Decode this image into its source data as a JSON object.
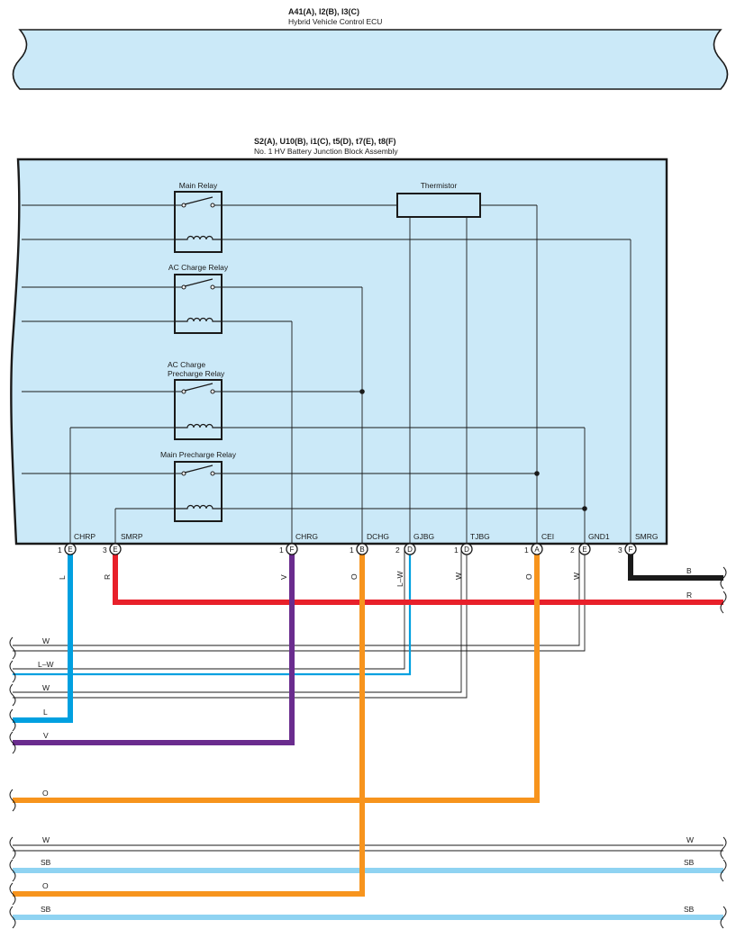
{
  "ecu": {
    "code": "A41(A), I2(B), I3(C)",
    "name": "Hybrid Vehicle Control ECU"
  },
  "junction_block": {
    "code": "S2(A), U10(B), i1(C), t5(D), t7(E), t8(F)",
    "name": "No.  1 HV Battery Junction Block Assembly"
  },
  "relays": {
    "main": "Main Relay",
    "ac_charge": "AC Charge Relay",
    "ac_precharge_line1": "AC Charge",
    "ac_precharge_line2": "Precharge Relay",
    "main_precharge": "Main Precharge Relay",
    "thermistor": "Thermistor"
  },
  "pins": [
    {
      "name": "CHRP",
      "num": "1",
      "conn": "E",
      "wire": "L"
    },
    {
      "name": "SMRP",
      "num": "3",
      "conn": "E",
      "wire": "R"
    },
    {
      "name": "CHRG",
      "num": "1",
      "conn": "F",
      "wire": "V"
    },
    {
      "name": "DCHG",
      "num": "1",
      "conn": "B",
      "wire": "O"
    },
    {
      "name": "GJBG",
      "num": "2",
      "conn": "D",
      "wire": "L–W"
    },
    {
      "name": "TJBG",
      "num": "1",
      "conn": "D",
      "wire": "W"
    },
    {
      "name": "CEI",
      "num": "1",
      "conn": "A",
      "wire": "O"
    },
    {
      "name": "GND1",
      "num": "2",
      "conn": "E",
      "wire": "W"
    },
    {
      "name": "SMRG",
      "num": "3",
      "conn": "F",
      "wire": ""
    }
  ],
  "wires": {
    "smrg_b": "B",
    "smrp_r": "R",
    "gnd_w": "W",
    "gjbg_lw": "L–W",
    "tjbg_w": "W",
    "chrp_l": "L",
    "chrg_v": "V",
    "cei_o": "O",
    "bus_w_left": "W",
    "bus_w_right": "W",
    "bus_sb1_left": "SB",
    "bus_sb1_right": "SB",
    "dchg_o": "O",
    "bus_sb2_left": "SB",
    "bus_sb2_right": "SB"
  },
  "colors": {
    "box_fill": "#cbe9f8",
    "blue": "#00a0e0",
    "red": "#e8202a",
    "purple": "#6a2c8e",
    "orange": "#f7941d",
    "black": "#1a1a1a",
    "skyblue": "#8fd3f2"
  }
}
